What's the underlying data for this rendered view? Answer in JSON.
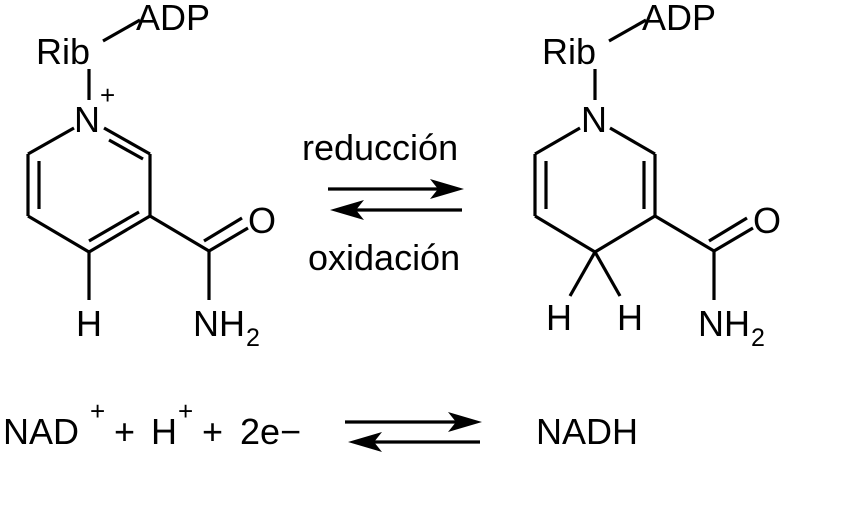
{
  "left_molecule": {
    "rib": "Rib",
    "adp": "ADP",
    "n": "N",
    "n_charge": "+",
    "h": "H",
    "o": "O",
    "nh": "NH",
    "nh_sub": "2"
  },
  "right_molecule": {
    "rib": "Rib",
    "adp": "ADP",
    "n": "N",
    "h1": "H",
    "h2": "H",
    "o": "O",
    "nh": "NH",
    "nh_sub": "2"
  },
  "reaction": {
    "forward_label": "reducción",
    "reverse_label": "oxidación"
  },
  "equation": {
    "nad": "NAD",
    "nad_sup": "+",
    "plus1": "+",
    "h": "H",
    "h_sup": "+",
    "plus2": "+",
    "electrons": "2e−",
    "product": "NADH"
  }
}
